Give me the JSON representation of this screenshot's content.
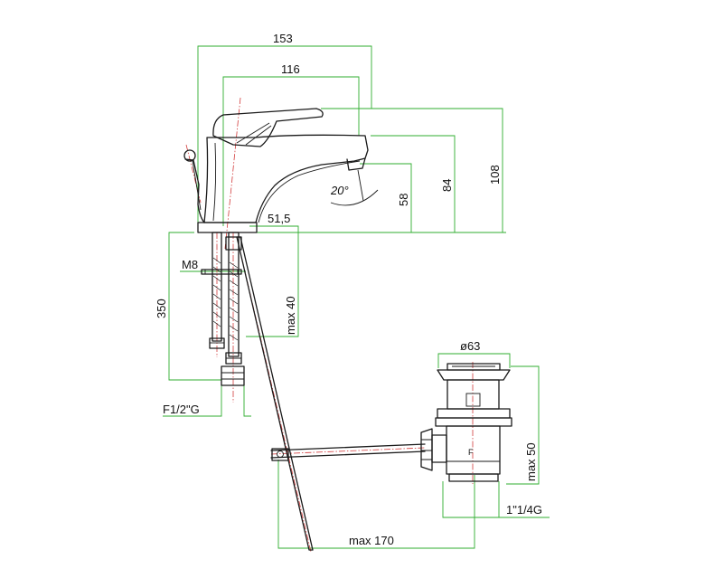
{
  "dimensions": {
    "width_153": "153",
    "width_116": "116",
    "height_108": "108",
    "height_84": "84",
    "height_58": "58",
    "angle_20": "20°",
    "offset_51_5": "51,5",
    "thread_m8": "M8",
    "hose_350": "350",
    "max_40": "max 40",
    "thread_f12g": "F1/2\"G",
    "diameter_63": "ø63",
    "max_50": "max 50",
    "thread_1_1_4g": "1\"1/4G",
    "max_170": "max 170"
  },
  "colors": {
    "dimension_lines": "#2fae2f",
    "axis_lines": "#d23a3a",
    "object_lines": "#1a1a1a"
  }
}
